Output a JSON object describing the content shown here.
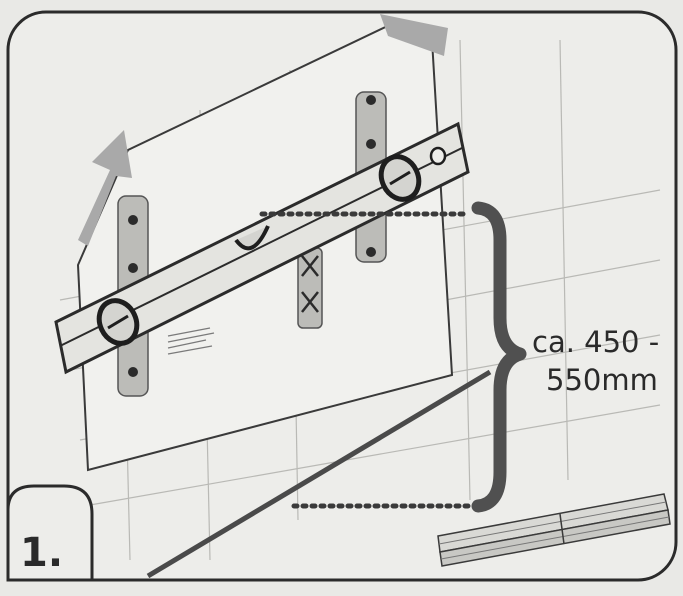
{
  "instruction": {
    "step_number": "1.",
    "measurement_line1": "ca. 450 -",
    "measurement_line2": "550mm"
  },
  "colors": {
    "outline": "#2b2b2b",
    "panel_fill": "#ededea",
    "background": "#e9e9e6",
    "highlight_arrows": "#a9a9a9",
    "spirit_level": "#e4e4e0",
    "brace": "#505050",
    "guide_lines": "#6a6a6a"
  },
  "icons": {
    "spirit_level": "spirit-level-icon",
    "folding_rule": "folding-rule-icon",
    "mounting_bracket": "mounting-bracket-icon"
  }
}
